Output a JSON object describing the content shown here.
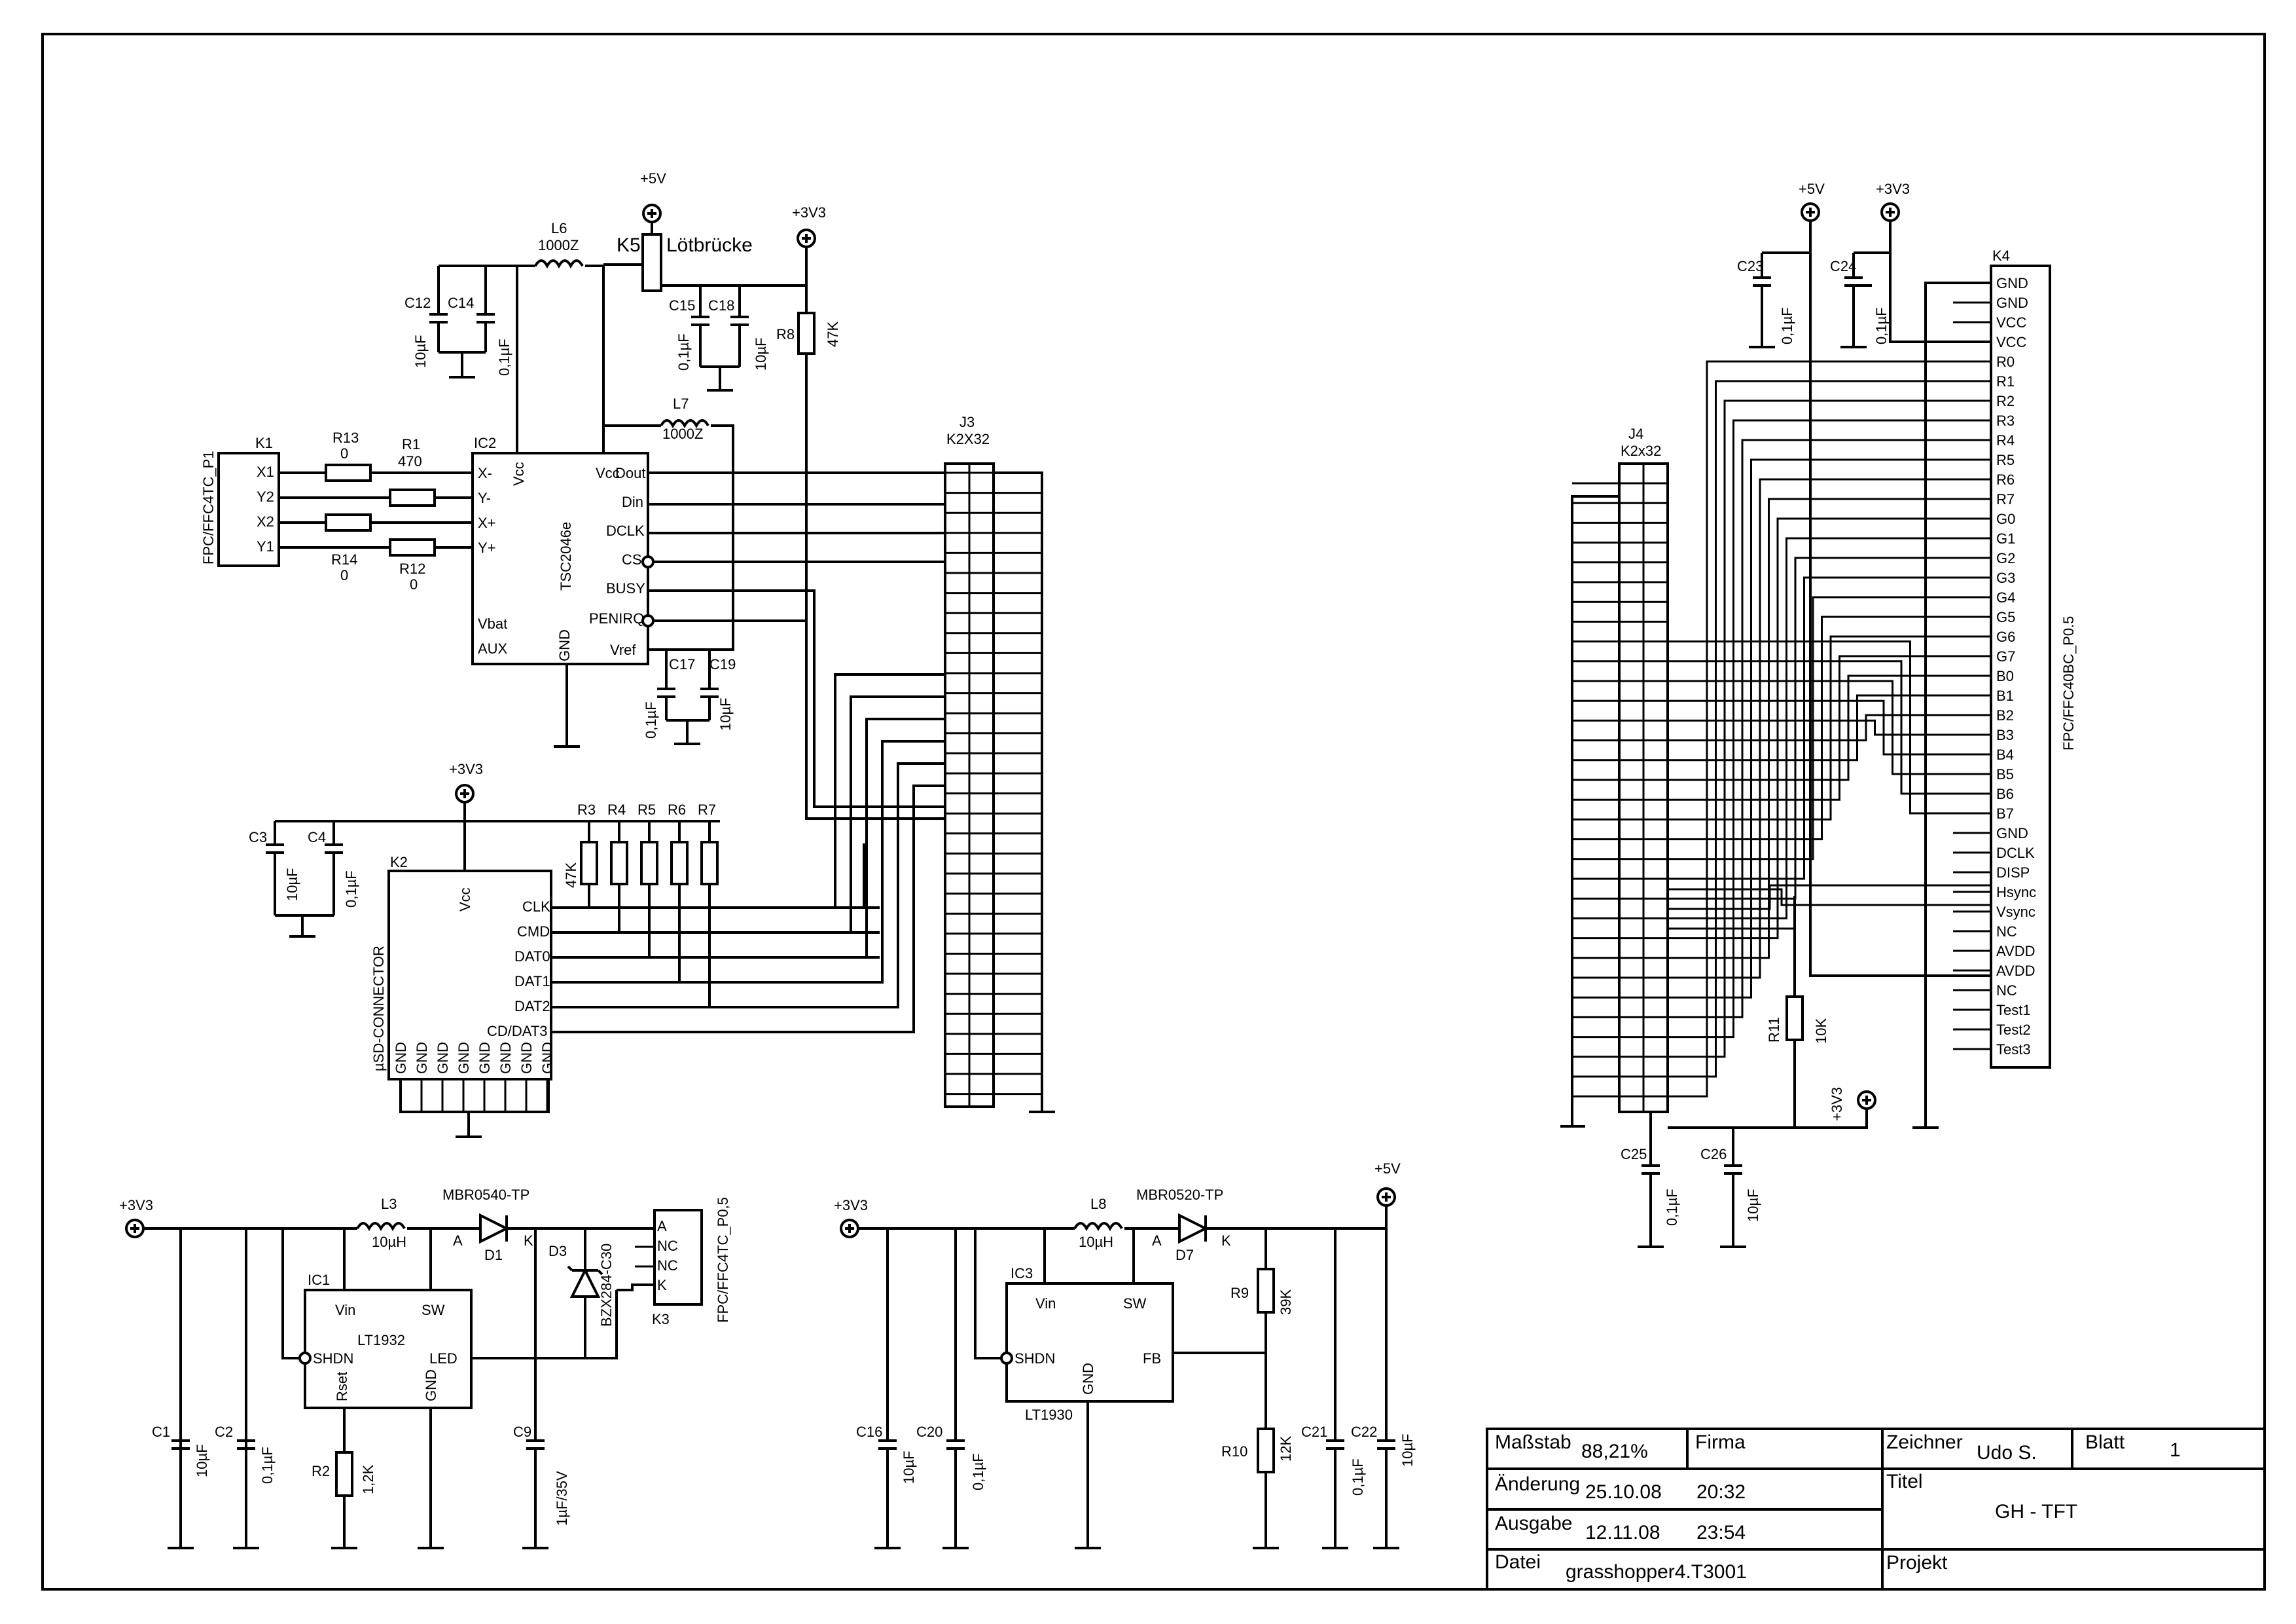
{
  "title_block": {
    "massstab_label": "Maßstab",
    "massstab_value": "88,21%",
    "firma_label": "Firma",
    "zeichner_label": "Zeichner",
    "zeichner_value": "Udo S.",
    "blatt_label": "Blatt",
    "blatt_value": "1",
    "aenderung_label": "Änderung",
    "aenderung_date": "25.10.08",
    "aenderung_time": "20:32",
    "ausgabe_label": "Ausgabe",
    "ausgabe_date": "12.11.08",
    "ausgabe_time": "23:54",
    "datei_label": "Datei",
    "datei_value": "grasshopper4.T3001",
    "titel_label": "Titel",
    "titel_value": "GH - TFT",
    "projekt_label": "Projekt"
  },
  "touch": {
    "k1_ref": "K1",
    "k1_part": "FPC/FFC4TC_P1",
    "k1_pins": [
      "X1",
      "Y2",
      "X2",
      "Y1"
    ],
    "r13": "R13",
    "r13_val": "0",
    "r1": "R1",
    "r1_val": "470",
    "r14": "R14",
    "r14_val": "0",
    "r12": "R12",
    "r12_val": "0",
    "ic2_ref": "IC2",
    "ic2_part": "TSC2046e",
    "ic2_left": [
      "X-",
      "Y-",
      "X+",
      "Y+",
      "Vbat",
      "AUX"
    ],
    "ic2_right": [
      "Dout",
      "Din",
      "DCLK",
      "CS",
      "BUSY",
      "PENIRQ",
      "Vref"
    ],
    "ic2_vcc1": "Vcc",
    "ic2_vcc2": "Vcc",
    "ic2_gnd": "GND",
    "l6": "L6",
    "l6_val": "1000Z",
    "l7": "L7",
    "l7_val": "1000Z",
    "k5_ref": "K5",
    "k5_label": "Lötbrücke",
    "pwr_5v": "+5V",
    "pwr_3v3": "+3V3",
    "c12": "C12",
    "c12_val": "10µF",
    "c14": "C14",
    "c14_val": "0,1µF",
    "c15": "C15",
    "c15_val": "0,1µF",
    "c18": "C18",
    "c18_val": "10µF",
    "c17": "C17",
    "c17_val": "0,1µF",
    "c19": "C19",
    "c19_val": "10µF",
    "r8": "R8",
    "r8_val": "47K"
  },
  "sd": {
    "pwr": "+3V3",
    "c3": "C3",
    "c3_val": "10µF",
    "c4": "C4",
    "c4_val": "0,1µF",
    "k2_ref": "K2",
    "k2_part": "µSD-CONNECTOR",
    "k2_vcc": "Vcc",
    "k2_pins": [
      "CLK",
      "CMD",
      "DAT0",
      "DAT1",
      "DAT2",
      "CD/DAT3"
    ],
    "k2_gnd": "GND",
    "resistors": [
      "R3",
      "R4",
      "R5",
      "R6",
      "R7"
    ],
    "r_val": "47K"
  },
  "j3": {
    "ref": "J3",
    "part": "K2X32"
  },
  "j4": {
    "ref": "J4",
    "part": "K2x32"
  },
  "k4": {
    "ref": "K4",
    "part": "FPC/FFC40BC_P0.5",
    "pins": [
      "GND",
      "GND",
      "VCC",
      "VCC",
      "R0",
      "R1",
      "R2",
      "R3",
      "R4",
      "R5",
      "R6",
      "R7",
      "G0",
      "G1",
      "G2",
      "G3",
      "G4",
      "G5",
      "G6",
      "G7",
      "B0",
      "B1",
      "B2",
      "B3",
      "B4",
      "B5",
      "B6",
      "B7",
      "GND",
      "DCLK",
      "DISP",
      "Hsync",
      "Vsync",
      "NC",
      "AVDD",
      "AVDD",
      "NC",
      "Test1",
      "Test2",
      "Test3"
    ],
    "c23": "C23",
    "c23_val": "0,1µF",
    "c24": "C24",
    "c24_val": "0,1µF",
    "pwr_5v": "+5V",
    "pwr_3v3": "+3V3",
    "r11": "R11",
    "r11_val": "10K",
    "pwr_r11": "+3V3",
    "c25": "C25",
    "c25_val": "0,1µF",
    "c26": "C26",
    "c26_val": "10µF"
  },
  "led_driver": {
    "pwr": "+3V3",
    "l3": "L3",
    "l3_val": "10µH",
    "d1_part": "MBR0540-TP",
    "d1": "D1",
    "a": "A",
    "k": "K",
    "d3": "D3",
    "d3_part": "BZX284-C30",
    "ic1_ref": "IC1",
    "ic1_part": "LT1932",
    "ic1_pins": [
      "Vin",
      "SW",
      "SHDN",
      "LED",
      "Rset",
      "GND"
    ],
    "k3_ref": "K3",
    "k3_part": "FPC/FFC4TC_P0,5",
    "k3_pins": [
      "A",
      "NC",
      "NC",
      "K"
    ],
    "c1": "C1",
    "c1_val": "10µF",
    "c2": "C2",
    "c2_val": "0,1µF",
    "r2": "R2",
    "r2_val": "1,2K",
    "c9": "C9",
    "c9_val": "1µF/35V"
  },
  "boost": {
    "pwr_in": "+3V3",
    "pwr_out": "+5V",
    "l8": "L8",
    "l8_val": "10µH",
    "d7_part": "MBR0520-TP",
    "d7": "D7",
    "a": "A",
    "k": "K",
    "ic3_ref": "IC3",
    "ic3_part": "LT1930",
    "ic3_pins": [
      "Vin",
      "SW",
      "SHDN",
      "FB",
      "GND"
    ],
    "r9": "R9",
    "r9_val": "39K",
    "r10": "R10",
    "r10_val": "12K",
    "c16": "C16",
    "c16_val": "10µF",
    "c20": "C20",
    "c20_val": "0,1µF",
    "c21": "C21",
    "c21_val": "0,1µF",
    "c22": "C22",
    "c22_val": "10µF"
  }
}
